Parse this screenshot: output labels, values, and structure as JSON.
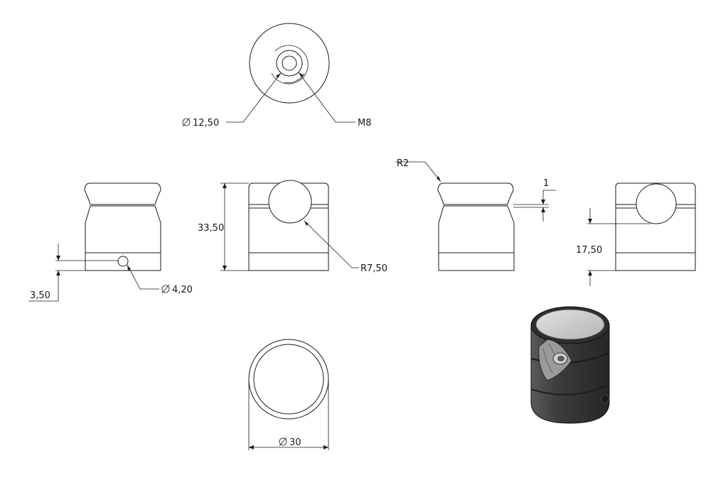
{
  "dimensions": {
    "thread_circle_dia": "12,50",
    "thread": "M8",
    "cross_hole_dia": "4,20",
    "cross_hole_offset": "3,50",
    "total_height": "33,50",
    "slot_radius": "R7,50",
    "edge_fillet": "R2",
    "groove_depth": "1",
    "slot_height": "17,50",
    "outer_dia": "30"
  },
  "colors": {
    "line": "#1a1a1a",
    "iso_body_dark": "#3a3a3a",
    "iso_top_face": "#c8c8c8"
  }
}
